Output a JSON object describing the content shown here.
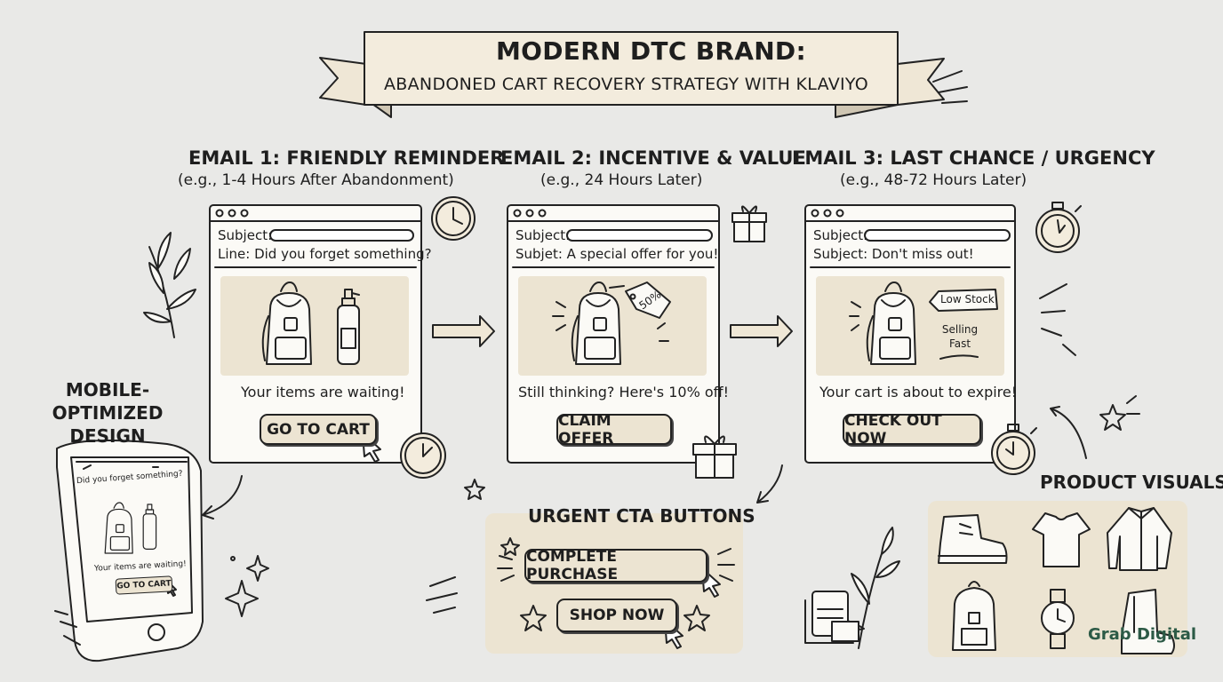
{
  "banner": {
    "title": "MODERN DTC BRAND:",
    "subtitle": "ABANDONED CART RECOVERY STRATEGY WITH KLAVIYO"
  },
  "emails": [
    {
      "heading": "EMAIL 1: FRIENDLY REMINDER",
      "timing": "(e.g., 1-4 Hours After Abandonment)",
      "subject_label": "Subject:",
      "line": "Line: Did you forget something?",
      "message": "Your items are waiting!",
      "cta": "GO TO CART"
    },
    {
      "heading": "EMAIL 2: INCENTIVE & VALUE",
      "timing": "(e.g., 24 Hours Later)",
      "subject_label": "Subject:",
      "line": "Subjet: A special offer for you!",
      "tag": "50%",
      "message": "Still thinking? Here's 10% off!",
      "cta": "CLAIM OFFER"
    },
    {
      "heading": "EMAIL 3: LAST CHANCE / URGENCY",
      "timing": "(e.g., 48-72 Hours Later)",
      "subject_label": "Subject:",
      "line": "Subject: Don't miss out!",
      "badge": "Low Stock",
      "note": "Selling Fast",
      "message": "Your cart is about to expire!",
      "cta": "CHECK OUT NOW"
    }
  ],
  "mobile": {
    "label": "MOBILE-OPTIMIZED DESIGN",
    "headline": "Did you forget something?",
    "message": "Your items are waiting!",
    "cta": "GO TO CART"
  },
  "urgent": {
    "label": "URGENT CTA BUTTONS",
    "buttons": [
      "COMPLETE PURCHASE",
      "SHOP NOW"
    ]
  },
  "product_visuals": {
    "label": "PRODUCT VISUALS",
    "items": [
      "boot-icon",
      "tshirt-icon",
      "shirt-icon",
      "backpack-icon",
      "watch-icon",
      "chelsea-boot-icon"
    ]
  },
  "brand": "Grab Digital",
  "colors": {
    "background": "#e9e9e7",
    "panel": "#ece4d2",
    "ink": "#1e1e1e",
    "brand": "#2c5a46"
  }
}
